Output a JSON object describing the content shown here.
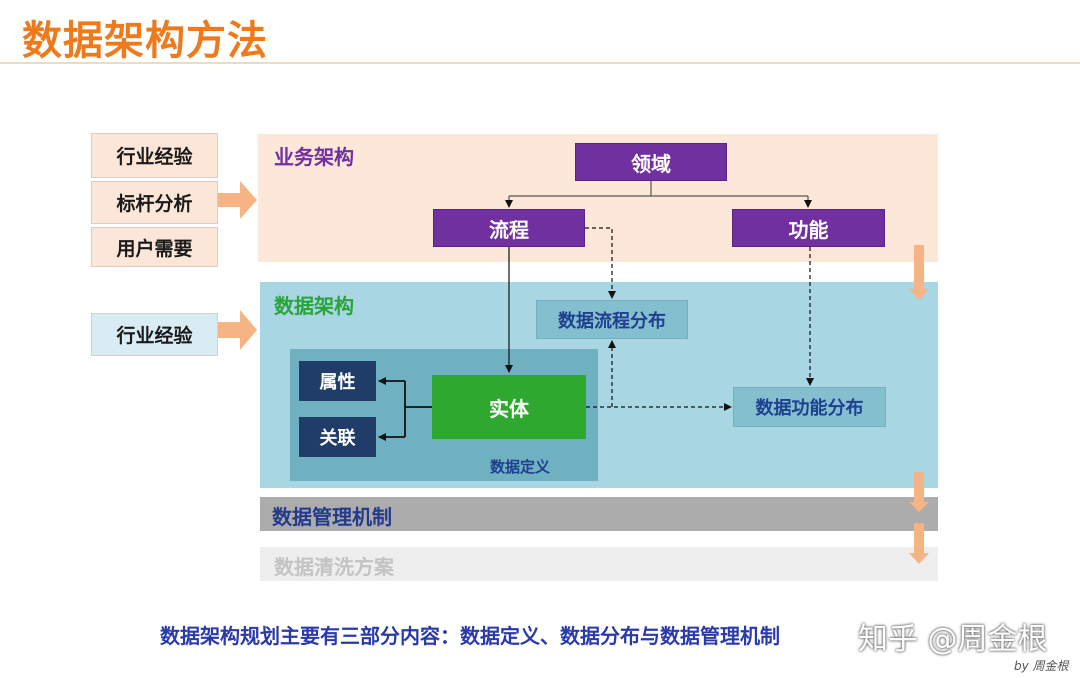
{
  "title": "数据架构方法",
  "inputs_top": [
    "行业经验",
    "标杆分析",
    "用户需要"
  ],
  "inputs_mid": [
    "行业经验"
  ],
  "business_arch": {
    "label": "业务架构",
    "domain": "领域",
    "process": "流程",
    "function": "功能"
  },
  "data_arch": {
    "label": "数据架构",
    "process_distribution": "数据流程分布",
    "function_distribution": "数据功能分布",
    "attribute": "属性",
    "relation": "关联",
    "entity": "实体",
    "definition": "数据定义"
  },
  "mgmt": "数据管理机制",
  "cleaning": "数据清洗方案",
  "summary": "数据架构规划主要有三部分内容：数据定义、数据分布与数据管理机制",
  "watermark": "知乎 @周金根",
  "byline": "by  周金根",
  "colors": {
    "title": "#ee7a1b",
    "purple": "#7030a0",
    "green": "#2ea82e",
    "navy": "#1f3d68",
    "arrow_orange": "#f6b383"
  }
}
